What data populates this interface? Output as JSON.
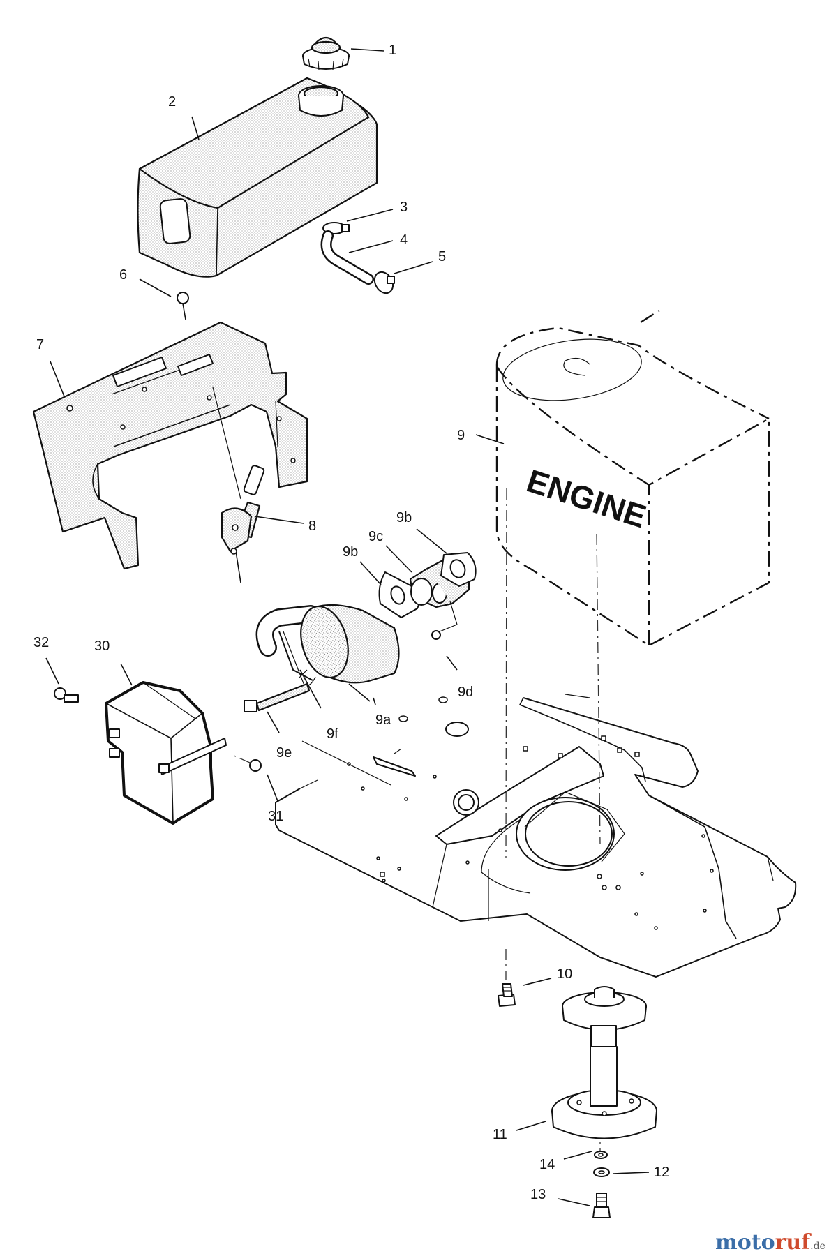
{
  "engine_label": "ENGINE",
  "callouts": {
    "c1": "1",
    "c2": "2",
    "c3": "3",
    "c4": "4",
    "c5": "5",
    "c6": "6",
    "c7": "7",
    "c8": "8",
    "c9": "9",
    "c9a": "9a",
    "c9b_left": "9b",
    "c9b_right": "9b",
    "c9c": "9c",
    "c9d": "9d",
    "c9e": "9e",
    "c9f": "9f",
    "c10": "10",
    "c11": "11",
    "c12": "12",
    "c13": "13",
    "c14": "14",
    "c30": "30",
    "c31": "31",
    "c32": "32"
  },
  "watermark": {
    "part1": "moto",
    "part2": "ruf",
    "suffix": ".de"
  },
  "colors": {
    "watermark_blue": "#3b6ea8",
    "watermark_red": "#cf4a2c"
  }
}
